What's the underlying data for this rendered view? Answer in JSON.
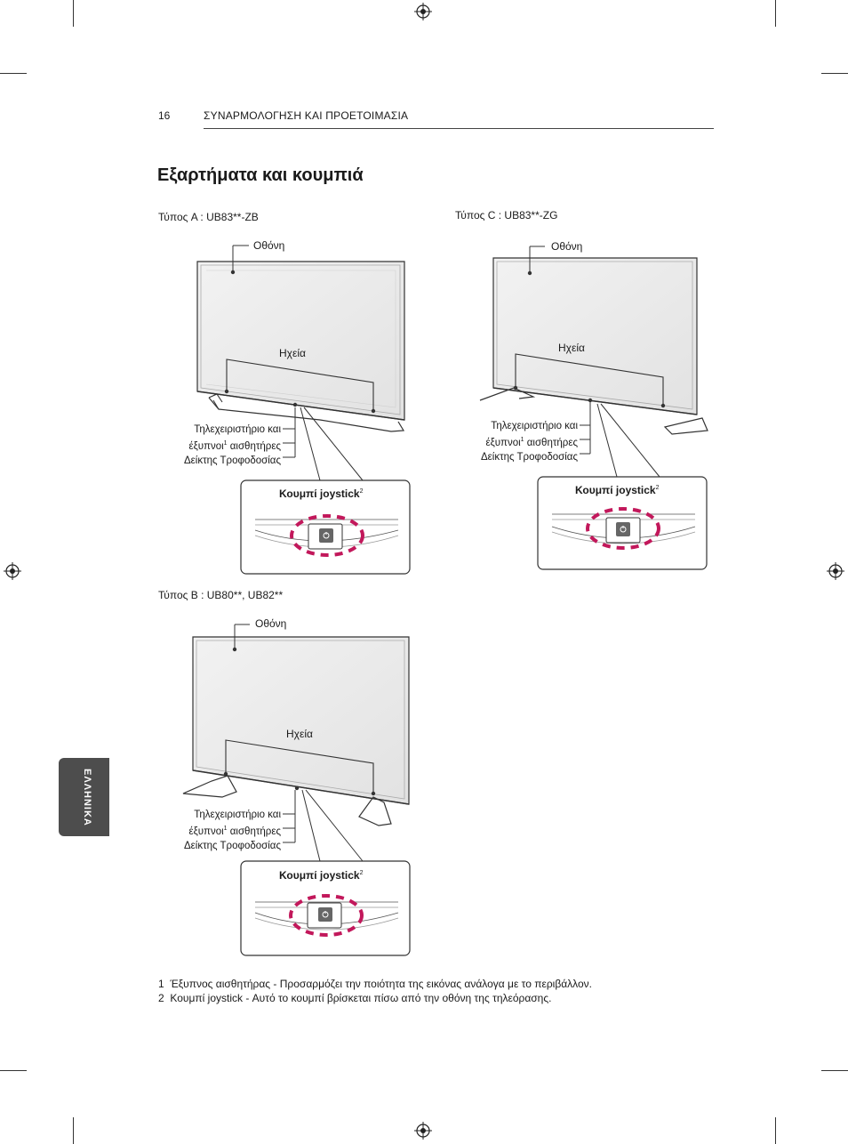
{
  "header": {
    "page_number": "16",
    "section": "ΣΥΝΑΡΜΟΛΟΓΗΣΗ ΚΑΙ ΠΡΟΕΤΟΙΜΑΣΙΑ"
  },
  "title": "Εξαρτήματα και κουμπιά",
  "side_tab": "ΕΛΛΗΝΙΚΑ",
  "diagrams": {
    "type_a": {
      "caption": "Τύπος A : UB83**-ZB",
      "screen": "Οθόνη",
      "speakers": "Ηχεία",
      "remote_line1": "Τηλεχειριστήριο και",
      "remote_line2a": "έξυπνοι",
      "remote_sup": "1",
      "remote_line2b": " αισθητήρες",
      "power": "Δείκτης Τροφοδοσίας",
      "joystick": "Κουμπί joystick",
      "joystick_sup": "2"
    },
    "type_c": {
      "caption": "Τύπος C : UB83**-ZG",
      "screen": "Οθόνη",
      "speakers": "Ηχεία",
      "remote_line1": "Τηλεχειριστήριο και",
      "remote_line2a": "έξυπνοι",
      "remote_sup": "1",
      "remote_line2b": " αισθητήρες",
      "power": "Δείκτης Τροφοδοσίας",
      "joystick": "Κουμπί joystick",
      "joystick_sup": "2"
    },
    "type_b": {
      "caption": "Τύπος B : UB80**, UB82**",
      "screen": "Οθόνη",
      "speakers": "Ηχεία",
      "remote_line1": "Τηλεχειριστήριο και",
      "remote_line2a": "έξυπνοι",
      "remote_sup": "1",
      "remote_line2b": " αισθητήρες",
      "power": "Δείκτης Τροφοδοσίας",
      "joystick": "Κουμπί joystick",
      "joystick_sup": "2"
    }
  },
  "footnotes": [
    {
      "num": "1",
      "text": "Έξυπνος αισθητήρας - Προσαρμόζει την ποιότητα της εικόνας ανάλογα με το περιβάλλον."
    },
    {
      "num": "2",
      "text": "Κουμπί joystick - Αυτό το κουμπί βρίσκεται πίσω από την οθόνη της τηλεόρασης."
    }
  ],
  "colors": {
    "highlight": "#c2185b",
    "tab": "#4d4d4d"
  }
}
